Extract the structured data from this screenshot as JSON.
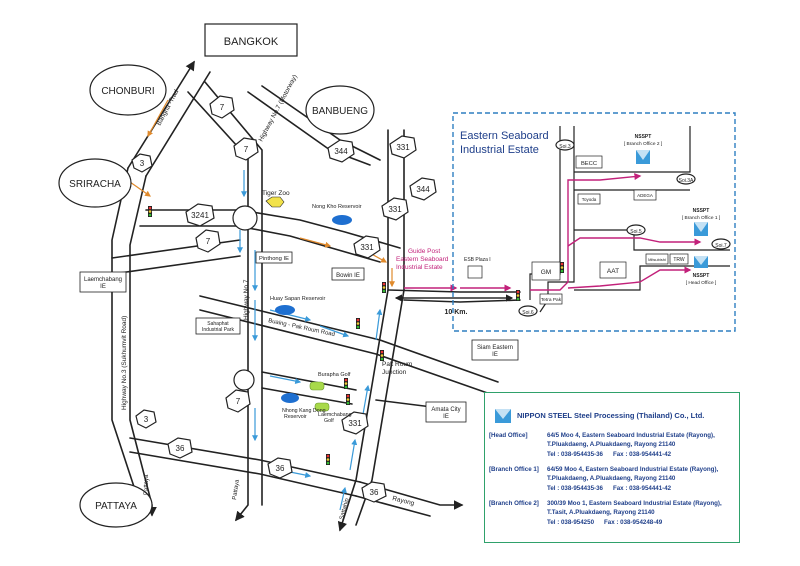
{
  "places": {
    "bangkok": "BANGKOK",
    "chonburi": "CHONBURI",
    "banbueng": "BANBUENG",
    "sriracha": "SRIRACHA",
    "pattaya": "PATTAYA",
    "laemchabang": [
      "Laemchabang",
      "IE"
    ],
    "tiger_zoo": "Tiger Zoo",
    "nong_kho": "Nong Kho Reservoir",
    "pinthong": "Pinthong IE",
    "bowin": "Bowin IE",
    "huay_sapan": "Huay Sapan Reservoir",
    "sahaphat": [
      "Sahaphat",
      "Industrial Park"
    ],
    "burapha_golf": "Burapha Golf",
    "nhong_kang_dong": [
      "Nhong Kang Dong",
      "Reservoir"
    ],
    "laemchabang_golf": [
      "Laemchabang",
      "Golf"
    ],
    "siam_eastern": [
      "Siam Eastern",
      "IE"
    ],
    "amata_city": [
      "Amata City",
      "IE"
    ],
    "pak_roum": [
      "Pak Roum",
      "Junction"
    ],
    "guide_post": [
      "Guide Post",
      "Eastern Seaboard",
      "Industrial Estate"
    ],
    "distance": "10 Km."
  },
  "roads": {
    "bangna_trad": "Bangna -Trad",
    "hw7_motorway": "Highway No.7 (Motorway)",
    "hw7": "Highway No.7",
    "hw3": "Highway No.3 (Sukhumvit Road)",
    "buaing_pak_roum": "Buaing - Pak Roum Road",
    "pattaya": "Pattaya",
    "sattahip": "Sattahip",
    "rayong": "Rayong",
    "r3241": "3241"
  },
  "route_numbers": {
    "r7a": "7",
    "r7b": "7",
    "r7c": "7",
    "r7d": "7",
    "r3a": "3",
    "r3b": "3",
    "r36a": "36",
    "r36b": "36",
    "r36c": "36",
    "r344a": "344",
    "r344b": "344",
    "r331a": "331",
    "r331b": "331",
    "r331c": "331",
    "r331d": "331"
  },
  "inset": {
    "title": [
      "Eastern Seaboard",
      "Industrial Estate"
    ],
    "soi3": "Soi.3",
    "soi3a": "Soi.3A",
    "soi5": "Soi.5",
    "soi6": "Soi.6",
    "soi7": "Soi.7",
    "becc": "BECC",
    "toyoda": "Toyoda",
    "adega": "ADEGA",
    "esb_plaza": "ESB Plaza I",
    "gm": "GM",
    "aat": "AAT",
    "tetra_pak": "Tetra Pak",
    "mitsubishi": "Mitsubishi",
    "trw": "TRW",
    "nsspt_b2": [
      "NSSPT",
      "[ Branch Office 2 ]"
    ],
    "nsspt_b1": [
      "NSSPT",
      "[ Branch Office 1 ]"
    ],
    "nsspt_ho": [
      "NSSPT",
      "[ Head Office ]"
    ]
  },
  "legend": {
    "company": "NIPPON STEEL Steel Processing (Thailand) Co., Ltd.",
    "entries": [
      {
        "tag": "[Head Office]",
        "lines": [
          "64/5 Moo 4, Eastern Seaboard Industrial Estate (Rayong),",
          "T.Pluakdaeng, A.Pluakdaeng, Rayong 21140"
        ],
        "tel": "Tel : 038-954435-36",
        "fax": "Fax : 038-954441-42"
      },
      {
        "tag": "[Branch Office 1]",
        "lines": [
          "64/59 Moo 4, Eastern Seaboard Industrial Estate (Rayong),",
          "T.Pluakdaeng, A.Pluakdaeng, Rayong 21140"
        ],
        "tel": "Tel : 038-954435-36",
        "fax": "Fax : 038-954441-42"
      },
      {
        "tag": "[Branch Office 2]",
        "lines": [
          "300/39 Moo 1, Eastern Seaboard Industrial Estate (Rayong),",
          "T.Tasit, A.Pluakdaeng, Rayong 21140"
        ],
        "tel": "Tel : 038-954250",
        "fax": "Fax : 038-954248-49"
      }
    ]
  },
  "colors": {
    "route_blue": "#3a9ad9",
    "route_orange": "#e08a2c",
    "route_magenta": "#c2217a",
    "reservoir": "#1e6fd0",
    "golf": "#a8d94a",
    "zoo": "#f2e24a",
    "inset_border": "#2f7fc1",
    "legend_border": "#2fa16b",
    "legend_text": "#1f3f8a"
  }
}
